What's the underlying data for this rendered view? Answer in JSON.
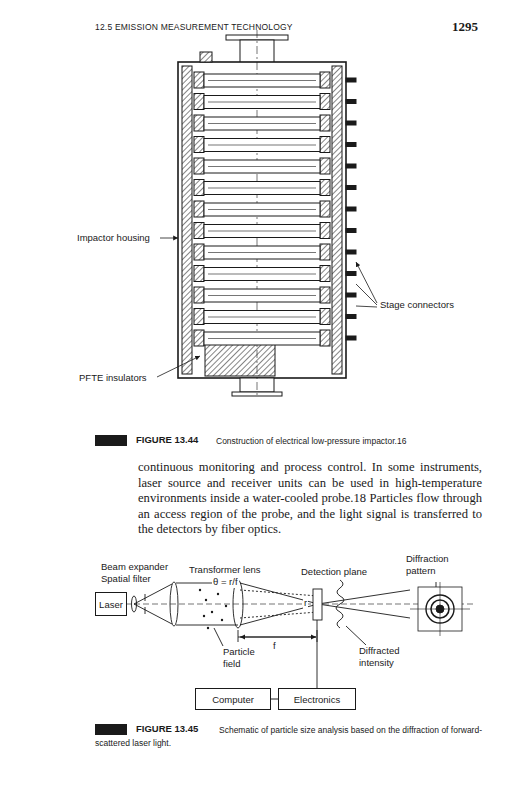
{
  "diagram": {
    "nodes": [
      {
        "text": [
          "Laser"
        ]
      },
      {
        "text": [
          "Computer"
        ]
      },
      {
        "text": [
          "Electronics"
        ]
      }
    ],
    "edges": [
      {
        "from": 1,
        "to": 2,
        "arrow": "none"
      }
    ],
    "labels": [
      "12.5 EMISSION MEASUREMENT TECHNOLOGY",
      "1295",
      "Impactor housing",
      "Stage connectors",
      "PFTE insulators",
      "FIGURE 13.44",
      "Construction of electrical low-pressure impactor.16",
      "continuous monitoring and process control. In some instruments, laser source and receiver units can be used in high-temperature environments inside a water-cooled probe.18 Particles flow through an access region of the probe, and the light signal is transferred to the detectors by fiber optics.",
      "Beam expander",
      "Spatial filter",
      "Transformer lens",
      "θ = r/f",
      "Detection plane",
      "Diffraction pattern",
      "Particle field",
      "f",
      "r",
      "Diffracted intensity",
      "FIGURE 13.45",
      "Schematic of particle size analysis based on the diffraction of forward-scattered laser light."
    ]
  }
}
